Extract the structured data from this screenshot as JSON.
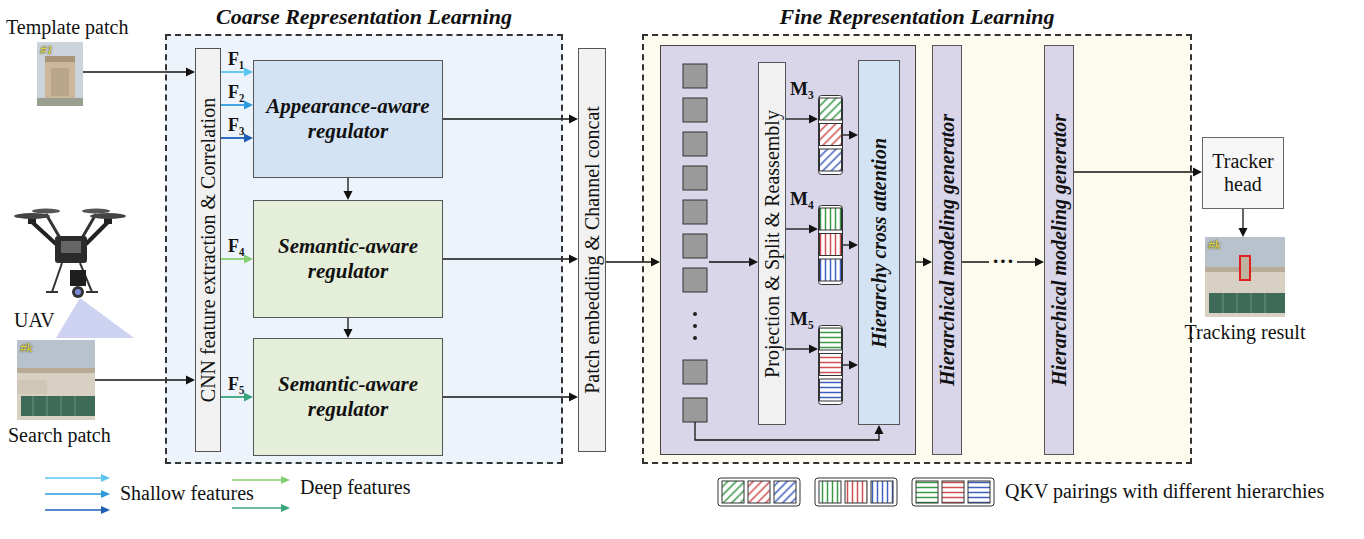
{
  "diagram": {
    "nodes": [
      {
        "text": [
          "Template patch",
          "#1"
        ]
      },
      {
        "text": [
          "#k",
          "Search patch"
        ]
      },
      {
        "text": [
          "Coarse Representation Learning"
        ]
      },
      {
        "text": [
          "CNN feature extraction & Correlation"
        ],
        "in": 2
      },
      {
        "text": [
          "Appearance-aware regulator"
        ],
        "in": 2
      },
      {
        "text": [
          "Semantic-aware regulator"
        ],
        "in": 2
      },
      {
        "text": [
          "Semantic-aware regulator"
        ],
        "in": 2
      },
      {
        "text": [
          "Patch embedding & Channel concat"
        ]
      },
      {
        "text": [
          "Fine Representation Learning"
        ]
      },
      {
        "text": [],
        "in": 8
      },
      {
        "text": [
          "Projection & Split & Reassembly"
        ],
        "in": 9
      },
      {
        "text": [
          "M₃"
        ],
        "in": 9
      },
      {
        "text": [
          "M₄"
        ],
        "in": 9
      },
      {
        "text": [
          "M₅"
        ],
        "in": 9
      },
      {
        "text": [
          "Hierarchy cross attention"
        ],
        "in": 9
      },
      {
        "text": [
          "Hierarchical modeling generator"
        ],
        "in": 8
      },
      {
        "text": [
          "Hierarchical modeling generator"
        ],
        "in": 8
      },
      {
        "text": [
          "Tracker head"
        ]
      },
      {
        "text": [
          "#k",
          "Tracking result"
        ]
      }
    ],
    "edges": [
      {
        "from": 0,
        "to": 3,
        "arrow": "to"
      },
      {
        "from": 1,
        "to": 3,
        "arrow": "to"
      },
      {
        "from": 3,
        "to": 4,
        "label": "F₁",
        "arrow": "to"
      },
      {
        "from": 3,
        "to": 4,
        "label": "F₂",
        "arrow": "to"
      },
      {
        "from": 3,
        "to": 4,
        "label": "F₃",
        "arrow": "to"
      },
      {
        "from": 3,
        "to": 5,
        "label": "F₄",
        "arrow": "to"
      },
      {
        "from": 3,
        "to": 6,
        "label": "F₅",
        "arrow": "to"
      },
      {
        "from": 4,
        "to": 5,
        "arrow": "to"
      },
      {
        "from": 5,
        "to": 6,
        "arrow": "to"
      },
      {
        "from": 4,
        "to": 7,
        "arrow": "to"
      },
      {
        "from": 5,
        "to": 7,
        "arrow": "to"
      },
      {
        "from": 6,
        "to": 7,
        "arrow": "to"
      },
      {
        "from": 7,
        "to": 9,
        "arrow": "to"
      },
      {
        "from": 10,
        "to": 11,
        "arrow": "to"
      },
      {
        "from": 10,
        "to": 12,
        "arrow": "to"
      },
      {
        "from": 10,
        "to": 13,
        "arrow": "to"
      },
      {
        "from": 11,
        "to": 14,
        "arrow": "to"
      },
      {
        "from": 12,
        "to": 14,
        "arrow": "to"
      },
      {
        "from": 13,
        "to": 14,
        "arrow": "to"
      },
      {
        "from": 9,
        "to": 15,
        "arrow": "to"
      },
      {
        "from": 15,
        "to": 16,
        "label": "···",
        "arrow": "to"
      },
      {
        "from": 16,
        "to": 17,
        "arrow": "to"
      },
      {
        "from": 17,
        "to": 18,
        "arrow": "to"
      }
    ],
    "labels": [
      "UAV"
    ],
    "legend": [
      {
        "text": "Shallow features"
      },
      {
        "text": "Deep features"
      },
      {
        "text": "QKV pairings with different hierarchies"
      }
    ]
  }
}
